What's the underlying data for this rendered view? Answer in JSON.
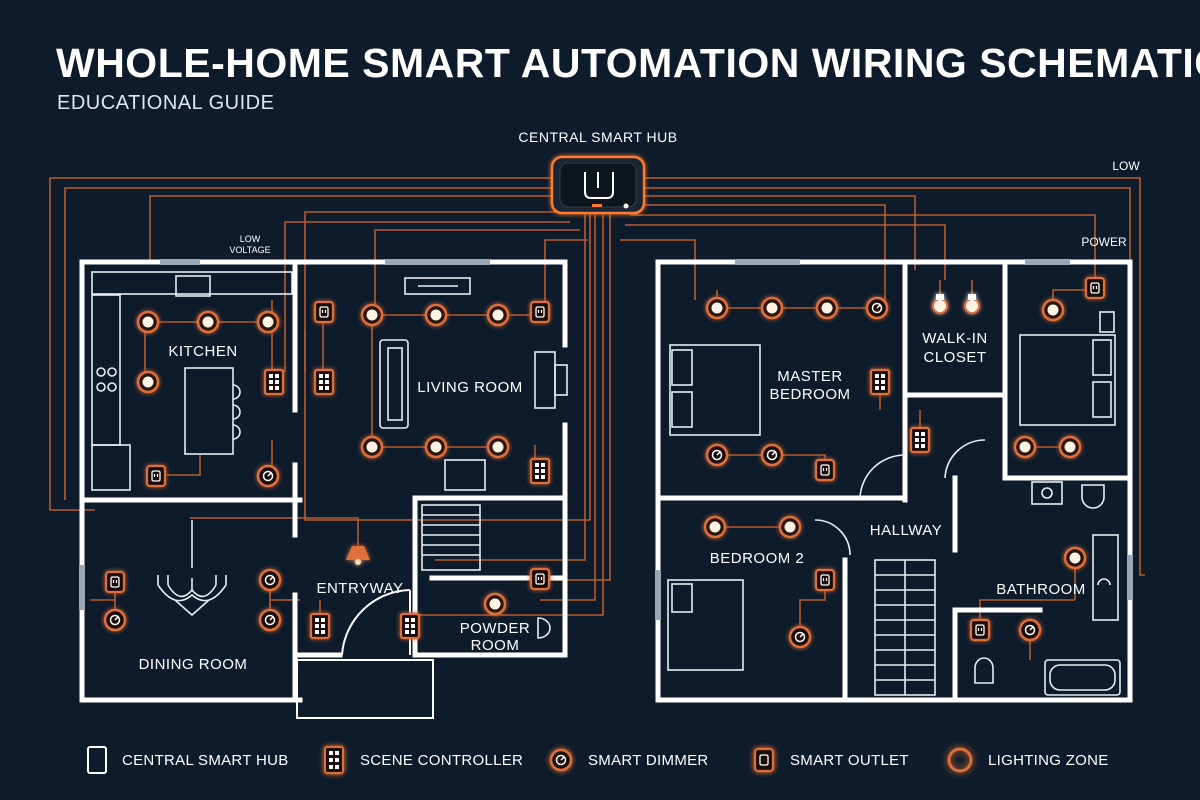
{
  "header": {
    "title": "WHOLE-HOME SMART AUTOMATION WIRING SCHEMATIC",
    "subtitle": "EDUCATIONAL GUIDE"
  },
  "hub": {
    "label": "CENTRAL SMART HUB"
  },
  "annotations": {
    "low_voltage_line1": "LOW",
    "low_voltage_line2": "VOLTAGE",
    "low_right": "LOW",
    "power_right": "POWER"
  },
  "rooms": {
    "kitchen": "KITCHEN",
    "living_room": "LIVING ROOM",
    "dining_room": "DINING ROOM",
    "entryway": "ENTRYWAY",
    "powder_room_line1": "POWDER",
    "powder_room_line2": "ROOM",
    "master_bedroom_line1": "MASTER",
    "master_bedroom_line2": "BEDROOM",
    "walk_in_closet_line1": "WALK-IN",
    "walk_in_closet_line2": "CLOSET",
    "hallway": "HALLWAY",
    "bedroom_2": "BEDROOM 2",
    "bathroom": "BATHROOM"
  },
  "legend": [
    {
      "icon": "hub-icon",
      "label": "CENTRAL SMART HUB"
    },
    {
      "icon": "scene-controller-icon",
      "label": "SCENE CONTROLLER"
    },
    {
      "icon": "dimmer-icon",
      "label": "SMART DIMMER"
    },
    {
      "icon": "outlet-icon",
      "label": "SMART OUTLET"
    },
    {
      "icon": "lighting-zone-icon",
      "label": "LIGHTING ZONE"
    }
  ],
  "colors": {
    "background": "#0d1b2a",
    "wall": "#ffffff",
    "wire": "#e0703a",
    "glow": "#ff7a2e"
  }
}
